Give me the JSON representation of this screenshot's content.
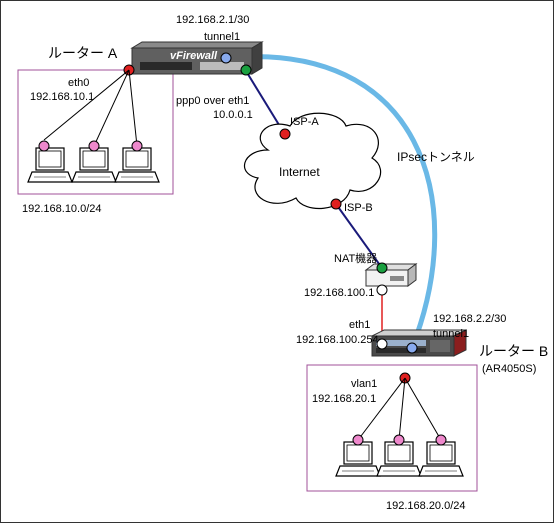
{
  "router_a": {
    "title": "ルーター A",
    "brand": "vFirewall",
    "tunnel_ip": "192.168.2.1/30",
    "tunnel_name": "tunnel1",
    "lan_if": "eth0",
    "lan_ip": "192.168.10.1",
    "wan_if": "ppp0 over eth1",
    "wan_ip": "10.0.0.1",
    "lan_network": "192.168.10.0/24"
  },
  "router_b": {
    "title": "ルーター B",
    "model": "(AR4050S)",
    "tunnel_ip": "192.168.2.2/30",
    "tunnel_name": "tunnel1",
    "wan_if": "eth1",
    "wan_ip": "192.168.100.254",
    "lan_if": "vlan1",
    "lan_ip": "192.168.20.1",
    "lan_network": "192.168.20.0/24"
  },
  "internet": {
    "label": "Internet",
    "isp_a": "ISP-A",
    "isp_b": "ISP-B"
  },
  "nat": {
    "label": "NAT機器",
    "inside_ip": "192.168.100.1"
  },
  "ipsec": {
    "label": "IPsecトンネル"
  },
  "colors": {
    "tunnel": "#6ab8e6",
    "wan_link": "#1a1a7a",
    "lan_link": "#e02020",
    "lan_box": "#a0509a",
    "node_red": "#e02020",
    "node_green": "#1aa040",
    "node_pink": "#ee88cc",
    "node_blue": "#88aaee"
  }
}
